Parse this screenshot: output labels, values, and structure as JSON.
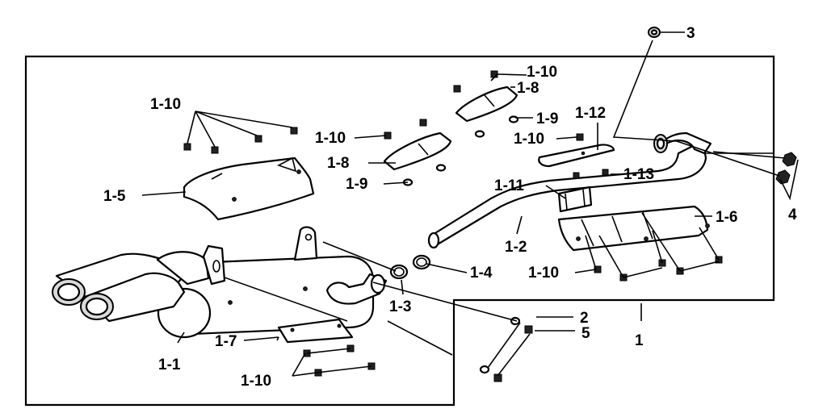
{
  "callouts": {
    "c1": "1",
    "c1_1": "1-1",
    "c1_2": "1-2",
    "c1_3": "1-3",
    "c1_4": "1-4",
    "c1_5": "1-5",
    "c1_6": "1-6",
    "c1_7": "1-7",
    "c1_8a": "1-8",
    "c1_8b": "1-8",
    "c1_9a": "1-9",
    "c1_9b": "1-9",
    "c1_10a": "1-10",
    "c1_10b": "1-10",
    "c1_10c": "1-10",
    "c1_10d": "1-10",
    "c1_10e": "1-10",
    "c1_10f": "1-10",
    "c1_11": "1-11",
    "c1_12": "1-12",
    "c1_13": "1-13",
    "c2": "2",
    "c3": "3",
    "c4": "4",
    "c5": "5"
  }
}
